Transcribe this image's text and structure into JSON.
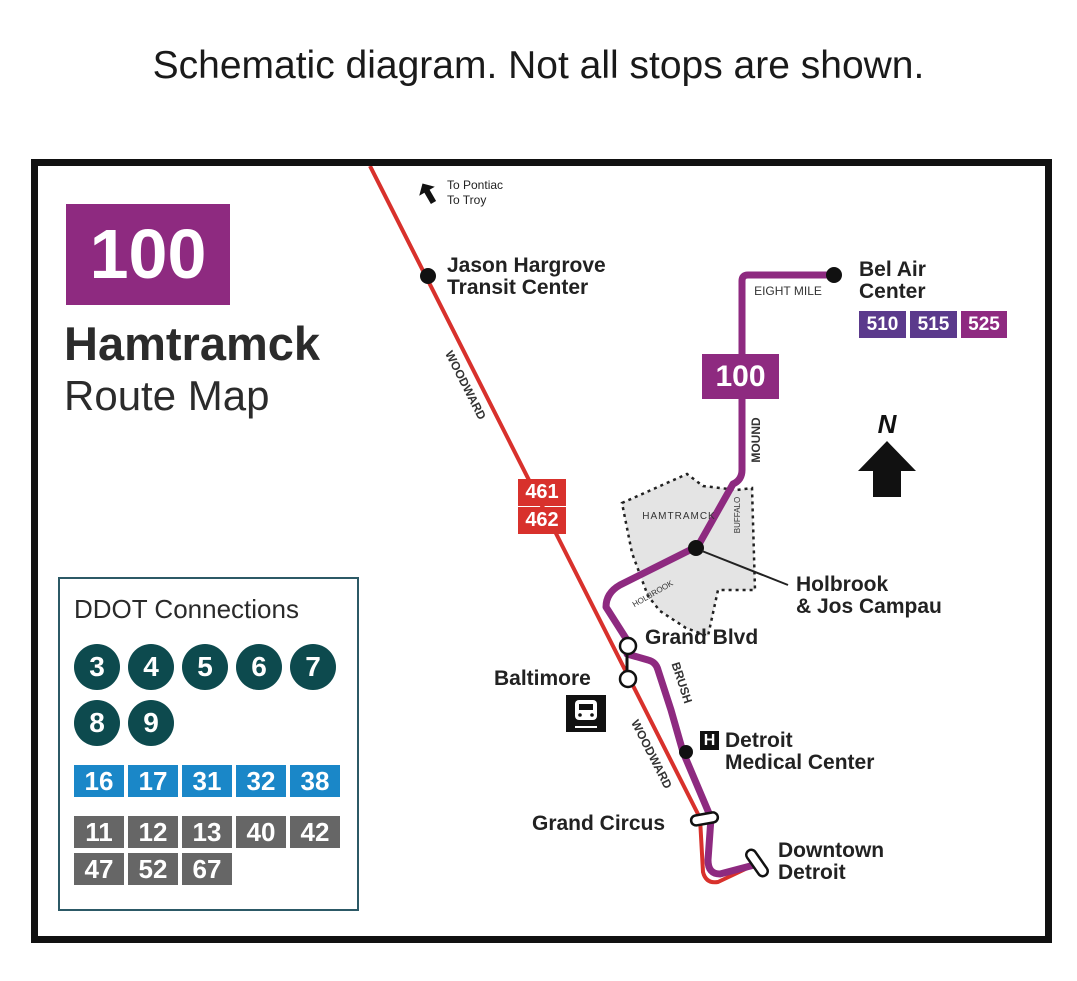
{
  "caption": "Schematic diagram. Not all stops are shown.",
  "route": {
    "number": "100",
    "name": "Hamtramck",
    "subtitle": "Route Map"
  },
  "direction": {
    "label": "To Pontiac\nTo Troy"
  },
  "north_label": "N",
  "streets": {
    "woodward": "WOODWARD",
    "woodward_south": "WOODWARD",
    "eight_mile": "EIGHT MILE",
    "mound": "MOUND",
    "buffalo": "BUFFALO",
    "holbrook": "HOLBROOK",
    "brush": "BRUSH",
    "area": "HAMTRAMCK"
  },
  "route_tags": {
    "mound_badge": "100",
    "woodward_badge_1": "461",
    "woodward_badge_2": "462"
  },
  "stops": {
    "jason": "Jason Hargrove\nTransit Center",
    "belair": "Bel Air\nCenter",
    "holbrook": "Holbrook\n& Jos Campau",
    "grand_blvd": "Grand Blvd",
    "baltimore": "Baltimore",
    "dmc": "Detroit\nMedical Center",
    "grand_circus": "Grand Circus",
    "downtown": "Downtown\nDetroit"
  },
  "belair_connections": [
    {
      "number": "510",
      "color": "#5b3a8c"
    },
    {
      "number": "515",
      "color": "#5b3a8c"
    },
    {
      "number": "525",
      "color": "#8e2a80"
    }
  ],
  "hospital_icon": "H",
  "ddot": {
    "title": "DDOT Connections",
    "circle_routes": [
      "3",
      "4",
      "5",
      "6",
      "7",
      "8",
      "9"
    ],
    "blue_routes": [
      "16",
      "17",
      "31",
      "32",
      "38"
    ],
    "grey_routes": [
      "11",
      "12",
      "13",
      "40",
      "42",
      "47",
      "52",
      "67"
    ]
  },
  "colors": {
    "route_purple": "#8e2a80",
    "woodward_red": "#d8312c",
    "ddot_teal": "#0d4a4e",
    "ddot_blue": "#1a87c8",
    "ddot_grey": "#666666",
    "belair_purple": "#5b3a8c"
  },
  "icons": [
    "train-icon",
    "hospital-icon",
    "north-arrow-icon",
    "direction-arrow-icon"
  ]
}
